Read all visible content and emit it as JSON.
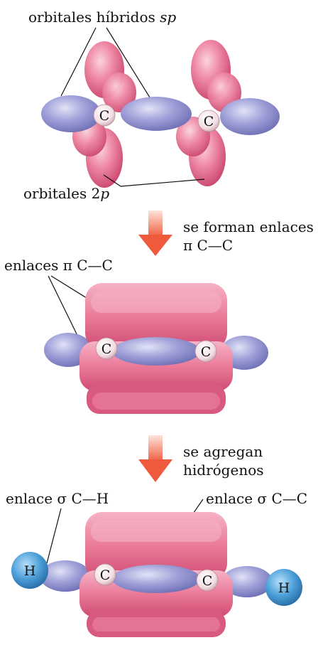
{
  "panel1": {
    "label_sp_prefix": "orbitales híbridos ",
    "label_sp_italic": "sp",
    "label_2p_prefix": "orbitales 2",
    "label_2p_italic": "p",
    "atom_left": "C",
    "atom_right": "C"
  },
  "arrow1": {
    "line1": "se forman enlaces",
    "line2": "π C—C"
  },
  "panel2": {
    "label_pi": "enlaces π C—C",
    "atom_left": "C",
    "atom_right": "C"
  },
  "arrow2": {
    "line1": "se agregan",
    "line2": "hidrógenos"
  },
  "panel3": {
    "label_sigma_ch": "enlace σ C—H",
    "label_sigma_cc": "enlace σ C—C",
    "atom_c_left": "C",
    "atom_c_right": "C",
    "atom_h_left": "H",
    "atom_h_right": "H"
  },
  "colors": {
    "pink_lobe": "#e96a8c",
    "pink_light": "#f4a6ba",
    "blue_lobe": "#8e8fce",
    "blue_light": "#c2c3ec",
    "hydrogen": "#4a9ed6",
    "arrow": "#f2735c"
  }
}
